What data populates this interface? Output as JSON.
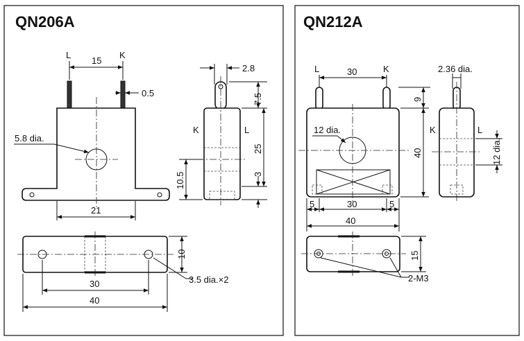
{
  "panels": [
    {
      "model": "QN206A",
      "terminals": {
        "left": "L",
        "right": "K"
      },
      "side_terminals": {
        "left": "K",
        "right": "L"
      },
      "dims": {
        "pin_pitch": "15",
        "pin_width": "0.5",
        "hole": "5.8 dia.",
        "base_width": "21",
        "side_pin_thickness": "2.8",
        "side_pin_height": "7.5",
        "side_height": "25",
        "side_lower": "3",
        "side_center": "10.5",
        "bottom_depth": "10",
        "bottom_hole_pitch": "30",
        "bottom_length": "40",
        "mount_holes": "3.5 dia.×2"
      }
    },
    {
      "model": "QN212A",
      "terminals": {
        "left": "L",
        "right": "K"
      },
      "side_terminals": {
        "left": "K",
        "right": "L"
      },
      "dims": {
        "pin_pitch": "30",
        "pin_dia": "2.36 dia.",
        "pin_height": "9",
        "hole": "12 dia.",
        "body_height": "40",
        "side_offset": "12 dia.",
        "left_margin": "5",
        "center_span": "30",
        "right_margin": "5",
        "total_width": "40",
        "bottom_depth": "15",
        "mount_holes": "2-M3"
      }
    }
  ],
  "colors": {
    "line": "#111111",
    "background": "#ffffff"
  }
}
